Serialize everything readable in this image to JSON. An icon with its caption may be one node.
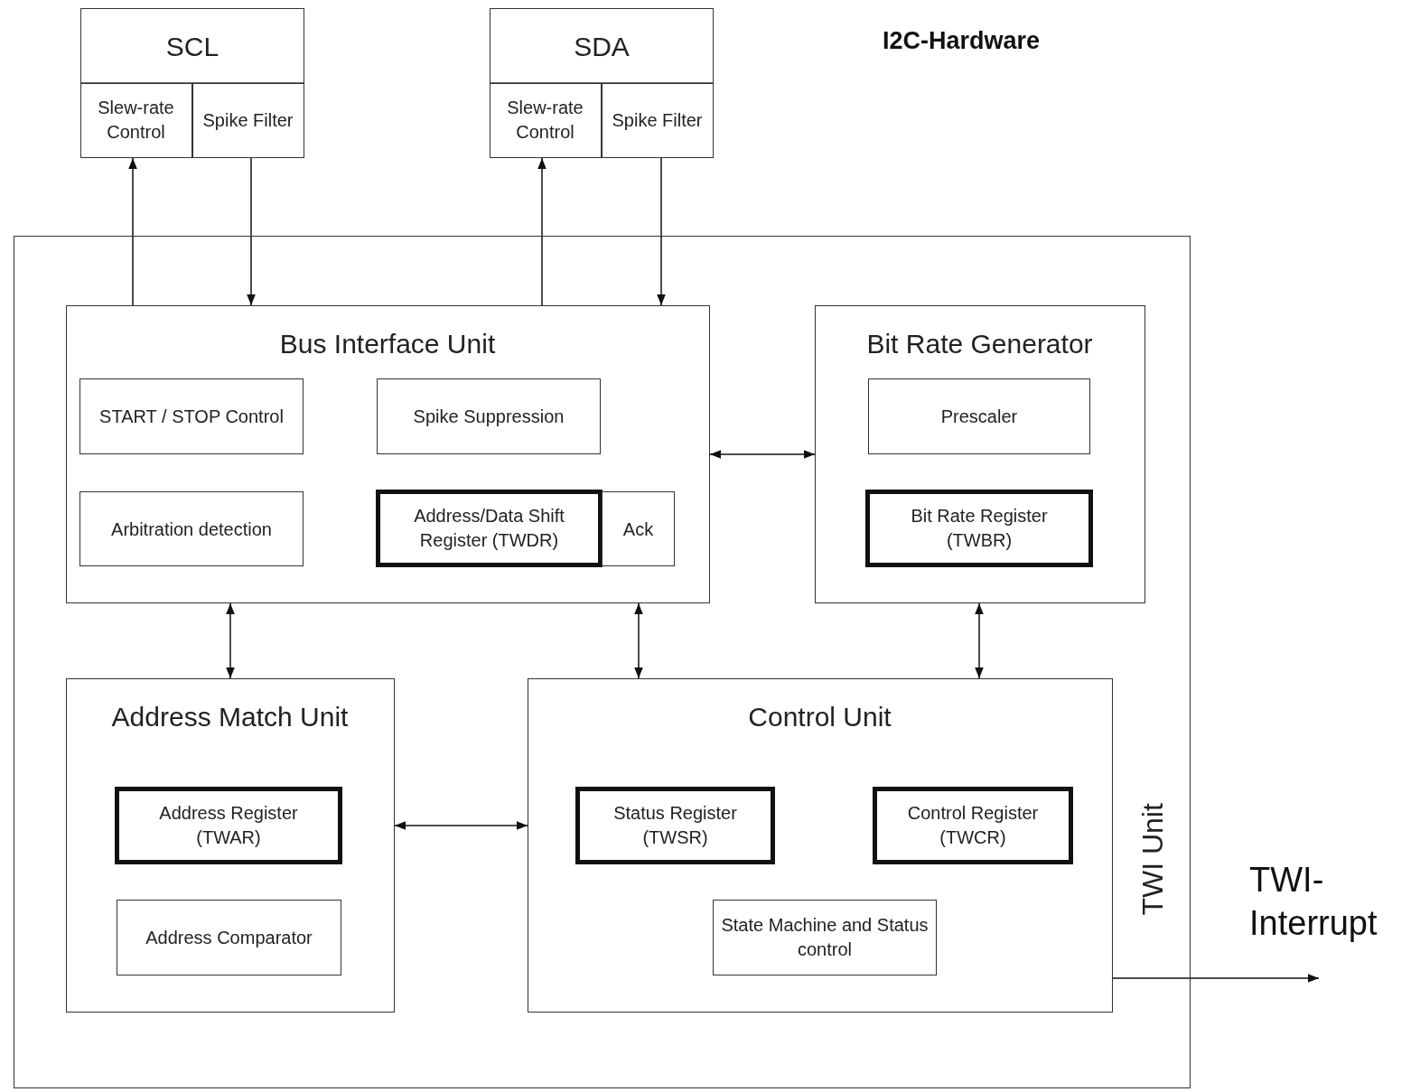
{
  "diagram": {
    "title": "I2C-Hardware",
    "nodes": [
      {
        "text": [
          "SCL"
        ]
      },
      {
        "text": [
          "Slew-rate Control"
        ],
        "in": 0
      },
      {
        "text": [
          "Spike Filter"
        ],
        "in": 0
      },
      {
        "text": [
          "SDA"
        ]
      },
      {
        "text": [
          "Slew-rate Control"
        ],
        "in": 3
      },
      {
        "text": [
          "Spike Filter"
        ],
        "in": 3
      },
      {
        "text": [
          "TWI Unit"
        ]
      },
      {
        "text": [
          "Bus Interface Unit"
        ],
        "in": 6
      },
      {
        "text": [
          "START / STOP Control"
        ],
        "in": 7
      },
      {
        "text": [
          "Spike Suppression"
        ],
        "in": 7
      },
      {
        "text": [
          "Arbitration detection"
        ],
        "in": 7
      },
      {
        "text": [
          "Address/Data Shift Register (TWDR)"
        ],
        "in": 7
      },
      {
        "text": [
          "Ack"
        ],
        "in": 7
      },
      {
        "text": [
          "Bit Rate Generator"
        ],
        "in": 6
      },
      {
        "text": [
          "Prescaler"
        ],
        "in": 13
      },
      {
        "text": [
          "Bit Rate Register (TWBR)"
        ],
        "in": 13
      },
      {
        "text": [
          "Address Match Unit"
        ],
        "in": 6
      },
      {
        "text": [
          "Address Register (TWAR)"
        ],
        "in": 16
      },
      {
        "text": [
          "Address Comparator"
        ],
        "in": 16
      },
      {
        "text": [
          "Control Unit"
        ],
        "in": 6
      },
      {
        "text": [
          "Status Register (TWSR)"
        ],
        "in": 19
      },
      {
        "text": [
          "Control Register (TWCR)"
        ],
        "in": 19
      },
      {
        "text": [
          "State Machine and Status control"
        ],
        "in": 19
      }
    ],
    "edges": [
      {
        "from": 7,
        "to": 1,
        "arrow": "to"
      },
      {
        "from": 2,
        "to": 7,
        "arrow": "to"
      },
      {
        "from": 7,
        "to": 4,
        "arrow": "to"
      },
      {
        "from": 5,
        "to": 7,
        "arrow": "to"
      },
      {
        "from": 7,
        "to": 13,
        "arrow": "both"
      },
      {
        "from": 7,
        "to": 16,
        "arrow": "both"
      },
      {
        "from": 7,
        "to": 19,
        "arrow": "both"
      },
      {
        "from": 13,
        "to": 19,
        "arrow": "both"
      },
      {
        "from": 16,
        "to": 19,
        "arrow": "both"
      },
      {
        "from": 19,
        "to": null,
        "arrow": "to",
        "label": "TWI- Interrupt"
      }
    ]
  }
}
